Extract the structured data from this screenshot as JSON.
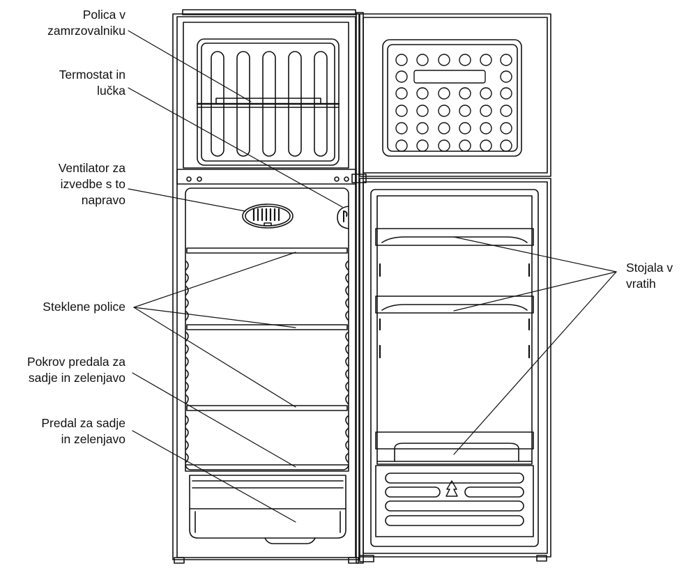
{
  "diagram": {
    "labels": {
      "freezer_shelf": [
        "Polica v",
        "zamrzovalniku"
      ],
      "thermostat_light": [
        "Termostat in",
        "lučka"
      ],
      "fan": [
        "Ventilator za",
        "izvedbe s to",
        "napravo"
      ],
      "glass_shelves": [
        "Steklene police"
      ],
      "crisper_cover": [
        "Pokrov predala za",
        "sadje in zelenjavo"
      ],
      "crisper_drawer": [
        "Predal za sadje",
        "in zelenjavo"
      ],
      "door_racks": [
        "Stojala v",
        "vratih"
      ]
    }
  },
  "colors": {
    "stroke": "#111111",
    "background": "#ffffff"
  }
}
